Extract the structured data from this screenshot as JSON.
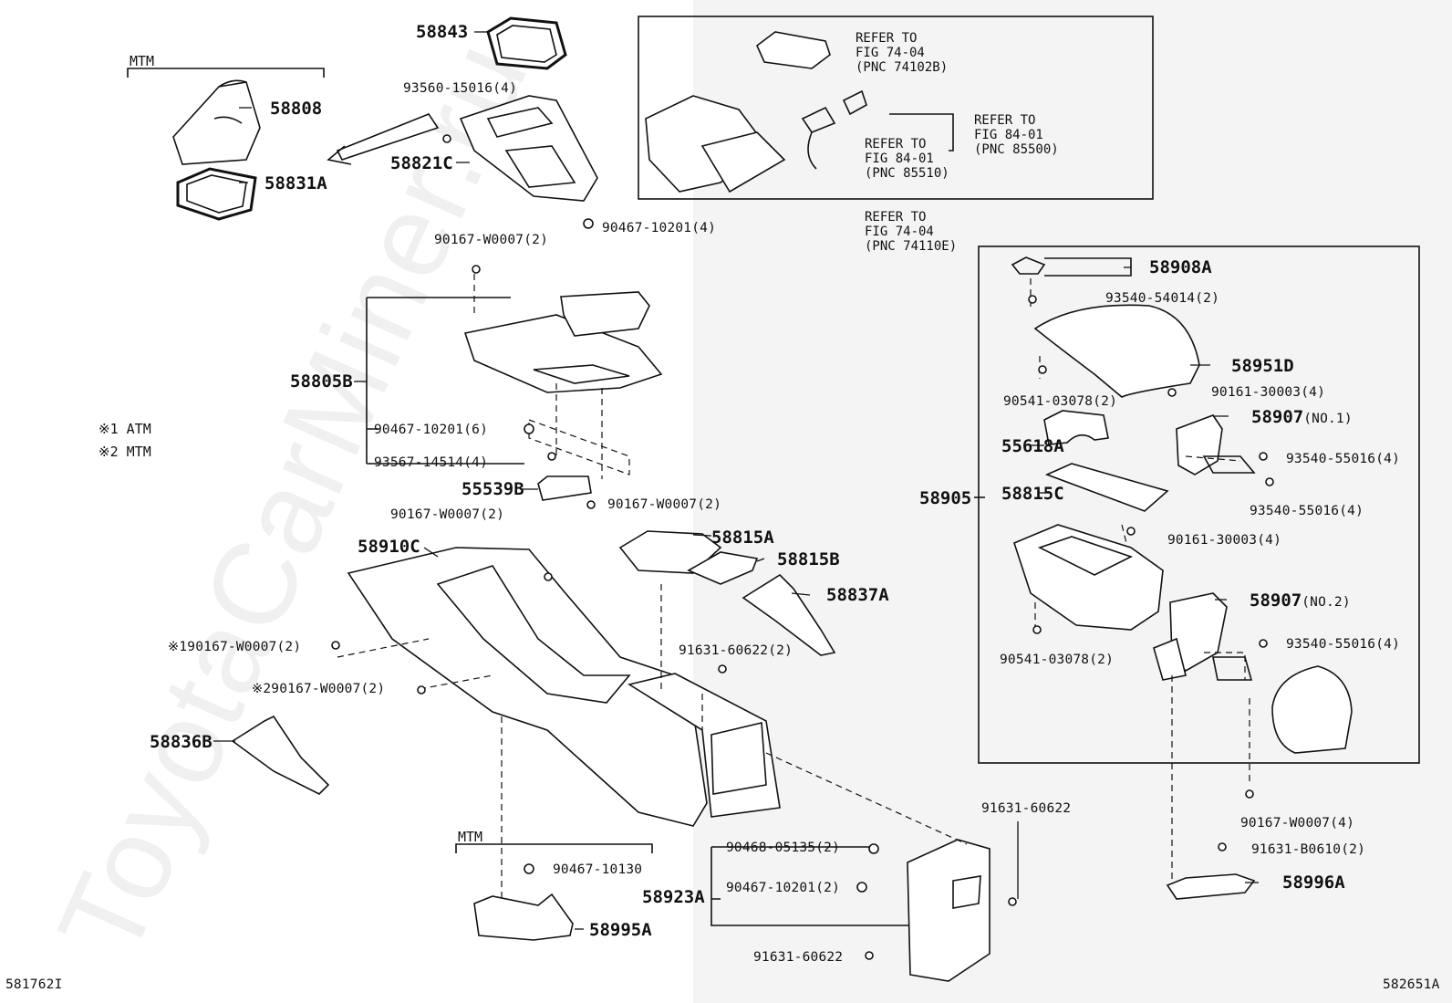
{
  "watermark": "ToyotaCarMiner.ru",
  "notes": {
    "atm": "※1 ATM",
    "mtm": "※2 MTM"
  },
  "codes": {
    "bottom_left": "581762I",
    "bottom_right": "582651A"
  },
  "groups": {
    "mtm_top": "MTM",
    "mtm_bottom": "MTM"
  },
  "refs": {
    "r1": [
      "REFER TO",
      "FIG 74-04",
      "(PNC 74102B)"
    ],
    "r2": [
      "REFER TO",
      "FIG 84-01",
      "(PNC 85500)"
    ],
    "r3": [
      "REFER TO",
      "FIG 84-01",
      "(PNC 85510)"
    ],
    "r4": [
      "REFER TO",
      "FIG 74-04",
      "(PNC 74110E)"
    ]
  },
  "parts": {
    "p58843": "58843",
    "p58808": "58808",
    "p58831A": "58831A",
    "p58821C": "58821C",
    "p58805B": "58805B",
    "p55539B": "55539B",
    "p58910C": "58910C",
    "p58815A": "58815A",
    "p58815B": "58815B",
    "p58837A": "58837A",
    "p58836B": "58836B",
    "p58923A": "58923A",
    "p58995A": "58995A",
    "p58908A": "58908A",
    "p58951D": "58951D",
    "p58907_1": "58907",
    "p58907_1_no": "(NO.1)",
    "p55618A": "55618A",
    "p58905": "58905",
    "p58815C": "58815C",
    "p58907_2": "58907",
    "p58907_2_no": "(NO.2)",
    "p58996A": "58996A"
  },
  "fasteners": {
    "f93560": "93560-15016(4)",
    "f90467_top": "90467-10201(4)",
    "f90167_top": "90167-W0007(2)",
    "f90467_6": "90467-10201(6)",
    "f93567": "93567-14514(4)",
    "f90167_mid": "90167-W0007(2)",
    "f90167_mid2": "90167-W0007(2)",
    "f90167_s1": "※190167-W0007(2)",
    "f90167_s2": "※290167-W0007(2)",
    "f91631_mid": "91631-60622(2)",
    "f90467_10130": "90467-10130",
    "f90468": "90468-05135(2)",
    "f90467_bot": "90467-10201(2)",
    "f91631_r": "91631-60622",
    "f91631_b": "91631-60622",
    "f93540_54014": "93540-54014(2)",
    "f90541_a": "90541-03078(2)",
    "f90161_a": "90161-30003(4)",
    "f93540_55016_a": "93540-55016(4)",
    "f93540_55016_b": "93540-55016(4)",
    "f90161_b": "90161-30003(4)",
    "f90541_b": "90541-03078(2)",
    "f93540_55016_c": "93540-55016(4)",
    "f90167_w4": "90167-W0007(4)",
    "f91631_b0610": "91631-B0610(2)"
  }
}
